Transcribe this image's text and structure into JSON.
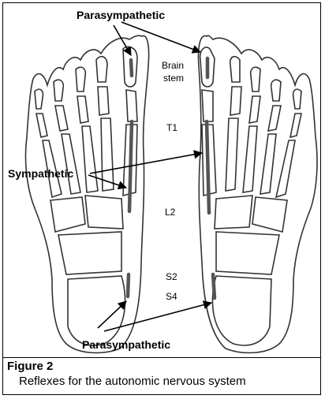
{
  "figure": {
    "title": "Figure 2",
    "caption": "Reflexes for the autonomic nervous system"
  },
  "diagram": {
    "callouts": {
      "parasympathetic_top": "Parasympathetic",
      "sympathetic": "Sympathetic",
      "parasympathetic_bottom": "Parasympathetic"
    },
    "spine_labels": {
      "brain": "Brain",
      "stem": "stem",
      "t1": "T1",
      "l2": "L2",
      "s2": "S2",
      "s4": "S4"
    },
    "colors": {
      "line": "#000000",
      "reflex_area": "#555555",
      "bone_outline": "#333333"
    }
  }
}
